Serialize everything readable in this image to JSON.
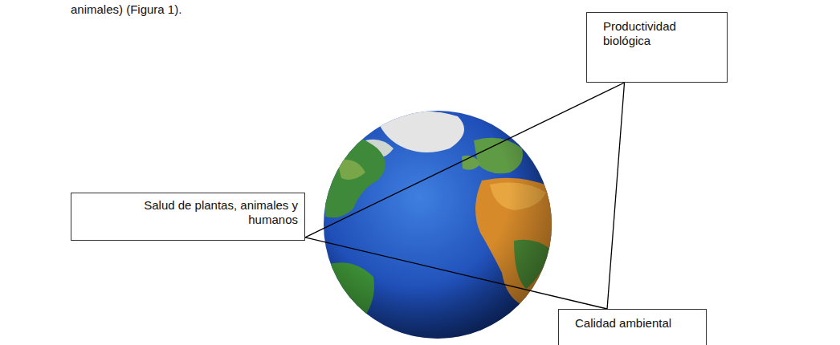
{
  "diagram": {
    "nodes": [
      {
        "text": [
          "Productividad biológica"
        ]
      },
      {
        "text": [
          "Salud de plantas, animales y humanos"
        ]
      },
      {
        "text": [
          "Calidad ambiental"
        ]
      }
    ],
    "edges": [
      {
        "from": 0,
        "to": 1,
        "arrow": "none"
      },
      {
        "from": 0,
        "to": 2,
        "arrow": "none"
      },
      {
        "from": 1,
        "to": 2,
        "arrow": "none"
      }
    ],
    "labels": [
      "animales) (Figura 1)."
    ]
  }
}
